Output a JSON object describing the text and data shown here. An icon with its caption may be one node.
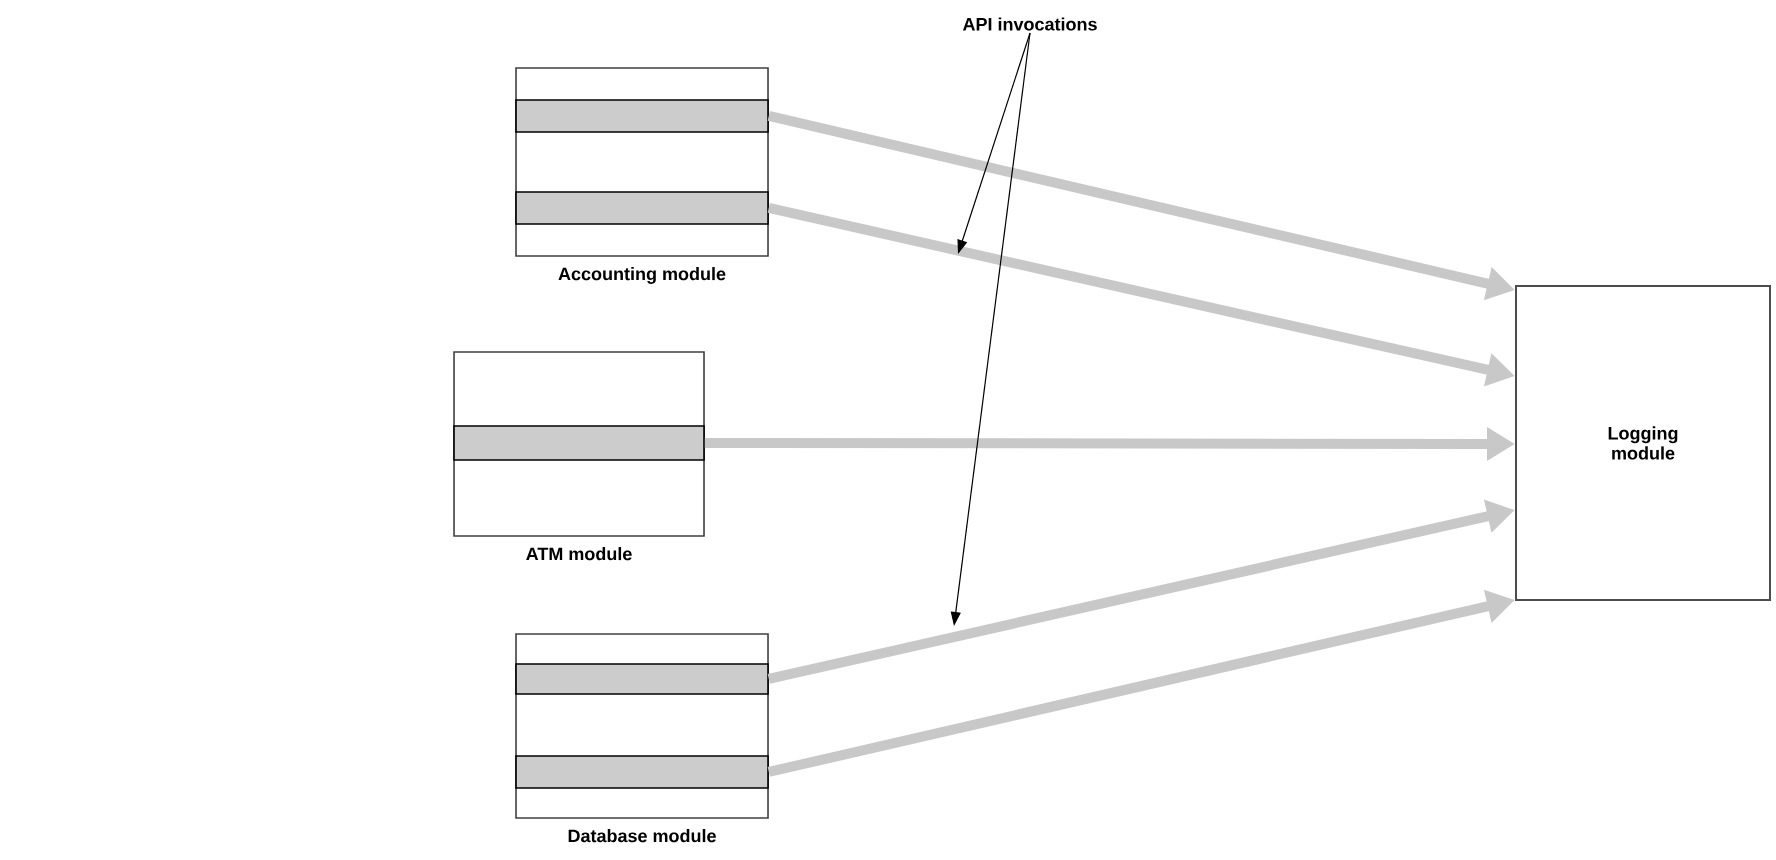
{
  "diagram": {
    "nodes": [
      {
        "text": [
          "Accounting module"
        ]
      },
      {
        "text": [],
        "shape": "bar",
        "in": 0
      },
      {
        "text": [],
        "shape": "bar",
        "in": 0
      },
      {
        "text": [
          "ATM module"
        ]
      },
      {
        "text": [],
        "shape": "bar",
        "in": 3
      },
      {
        "text": [
          "Database module"
        ]
      },
      {
        "text": [],
        "shape": "bar",
        "in": 5
      },
      {
        "text": [],
        "shape": "bar",
        "in": 5
      },
      {
        "text": [
          "Logging module"
        ]
      },
      {
        "text": [
          "API invocations"
        ]
      }
    ],
    "edges": [
      {
        "from": 1,
        "to": 8,
        "arrow": "to"
      },
      {
        "from": 2,
        "to": 8,
        "arrow": "to"
      },
      {
        "from": 4,
        "to": 8,
        "arrow": "to"
      },
      {
        "from": 6,
        "to": 8,
        "arrow": "to"
      },
      {
        "from": 7,
        "to": 8,
        "arrow": "to"
      },
      {
        "from": 9,
        "to": null,
        "arrow": "to",
        "color": "#000000"
      },
      {
        "from": 9,
        "to": null,
        "arrow": "to",
        "color": "#000000"
      }
    ]
  }
}
